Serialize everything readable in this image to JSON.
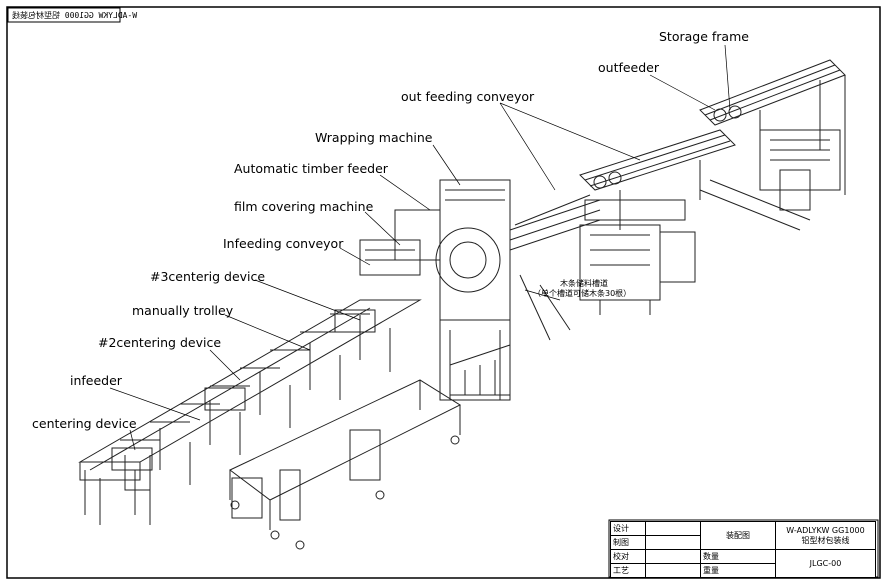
{
  "header_mirrored": "W-ADLYKW GG1000 铝型材包装线",
  "labels": {
    "storage_frame": "Storage frame",
    "outfeeder": "outfeeder",
    "out_feeding_conveyor": "out feeding conveyor",
    "wrapping_machine": "Wrapping machine",
    "automatic_timber_feeder": "Automatic timber feeder",
    "film_covering_machine": "film covering machine",
    "infeeding_conveyor": "Infeeding conveyor",
    "centering_device_3": "#3centerig device",
    "manually_trolley": "manually trolley",
    "centering_device_2": "#2centering device",
    "infeeder": "infeeder",
    "centering_device": "centering device"
  },
  "chinese_note": {
    "line1": "木条储料槽道",
    "line2": "（单个槽道可储木条30根）"
  },
  "title_block": {
    "rows": [
      "设计",
      "制图",
      "校对",
      "工艺"
    ],
    "drawing_type": "装配图",
    "model": "W-ADLYKW GG1000",
    "name": "铝型材包装线",
    "qty_label": "数量",
    "weight_label": "重量",
    "drawing_no": "JLGC-00"
  }
}
